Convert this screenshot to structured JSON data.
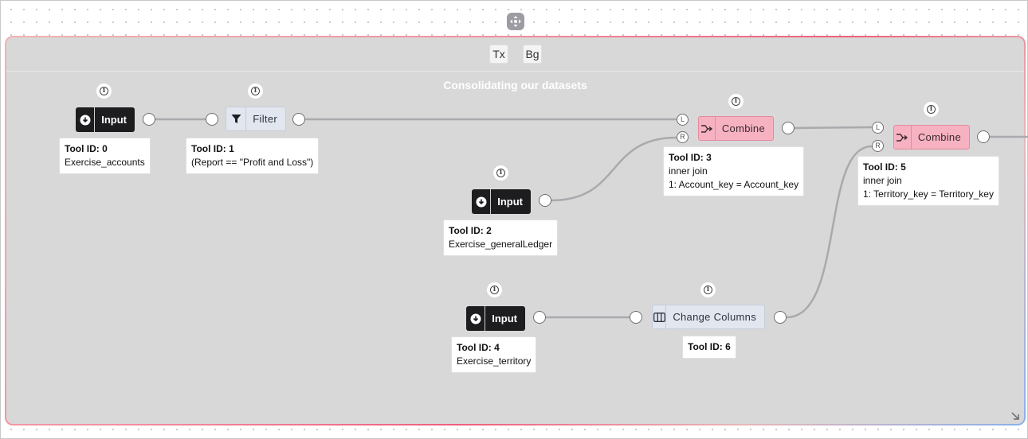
{
  "group": {
    "title": "Consolidating our datasets",
    "header_buttons": [
      {
        "label": "Tx"
      },
      {
        "label": "Bg"
      }
    ],
    "border_gradient": [
      "#f0b4b4",
      "#ee5f7c",
      "#8ab0ea"
    ],
    "background": "#d8d8d8"
  },
  "nodes": [
    {
      "id": 0,
      "type": "input",
      "label": "Input",
      "icon": "download-circle-icon",
      "card": {
        "tool_id": "Tool ID: 0",
        "lines": [
          "Exercise_accounts"
        ]
      }
    },
    {
      "id": 1,
      "type": "filter",
      "label": "Filter",
      "icon": "filter-funnel-icon",
      "card": {
        "tool_id": "Tool ID: 1",
        "lines": [
          "(Report == \"Profit and Loss\")"
        ]
      }
    },
    {
      "id": 2,
      "type": "input",
      "label": "Input",
      "icon": "download-circle-icon",
      "card": {
        "tool_id": "Tool ID: 2",
        "lines": [
          "Exercise_generalLedger"
        ]
      }
    },
    {
      "id": 3,
      "type": "combine",
      "label": "Combine",
      "icon": "merge-arrow-icon",
      "ports": {
        "left": "L",
        "right": "R"
      },
      "card": {
        "tool_id": "Tool ID: 3",
        "lines": [
          "inner join",
          "1: Account_key = Account_key"
        ]
      }
    },
    {
      "id": 4,
      "type": "input",
      "label": "Input",
      "icon": "download-circle-icon",
      "card": {
        "tool_id": "Tool ID: 4",
        "lines": [
          "Exercise_territory"
        ]
      }
    },
    {
      "id": 5,
      "type": "combine",
      "label": "Combine",
      "icon": "merge-arrow-icon",
      "ports": {
        "left": "L",
        "right": "R"
      },
      "card": {
        "tool_id": "Tool ID: 5",
        "lines": [
          "inner join",
          "1: Territory_key = Territory_key"
        ]
      }
    },
    {
      "id": 6,
      "type": "change-columns",
      "label": "Change Columns",
      "icon": "columns-icon",
      "card": {
        "tool_id": "Tool ID: 6",
        "lines": []
      }
    }
  ],
  "colors": {
    "input_node": "#1d1d1f",
    "transform_node": "#e2e6ef",
    "combine_node": "#f7b2c2",
    "wire": "#a9a9ae"
  }
}
